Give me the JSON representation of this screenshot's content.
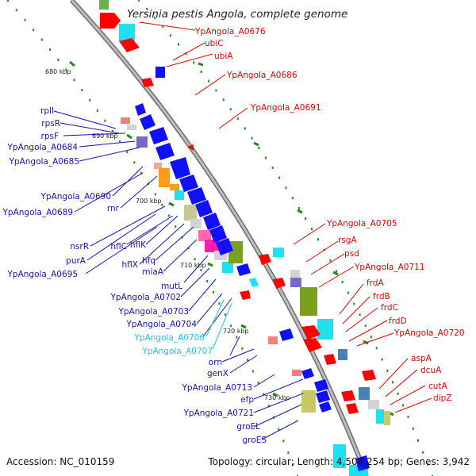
{
  "title": "Yersinia pestis Angola, complete genome",
  "accession": "Accession: NC_010159",
  "topology": "Topology: circular; Length: 4,504,254 bp; Genes: 3,942",
  "colors": {
    "forward_label": "#e00000",
    "reverse_label": "#1414b4",
    "rna_label": "#1ec8dc",
    "backbone": "#8c8c8c",
    "tick": "#1e8c1e"
  },
  "ticks": [
    "680 kbp",
    "690 kbp",
    "700 kbp",
    "710 kbp",
    "720 kbp",
    "730 kbp"
  ],
  "right_labels": [
    "YpAngola_A0676",
    "ubiC",
    "ubiA",
    "YpAngola_A0686",
    "YpAngola_A0691",
    "YpAngola_A0705",
    "rsgA",
    "psd",
    "YpAngola_A0711",
    "frdA",
    "frdB",
    "frdC",
    "frdD",
    "YpAngola_A0720",
    "aspA",
    "dcuA",
    "cutA",
    "dipZ"
  ],
  "left_labels": [
    "rplI",
    "rpsR",
    "rpsF",
    "YpAngola_A0684",
    "YpAngola_A0685",
    "YpAngola_A0690",
    "rnr",
    "YpAngola_A0689",
    "nsrR",
    "hflC",
    "hflK",
    "purA",
    "hflX",
    "hfq",
    "YpAngola_A0695",
    "miaA",
    "mutL",
    "YpAngola_A0702",
    "YpAngola_A0703",
    "YpAngola_A0704",
    "YpAngola_A0706",
    "YpAngola_A0707",
    "orn",
    "genX",
    "YpAngola_A0713",
    "efp",
    "YpAngola_A0721",
    "groEL",
    "groES"
  ]
}
